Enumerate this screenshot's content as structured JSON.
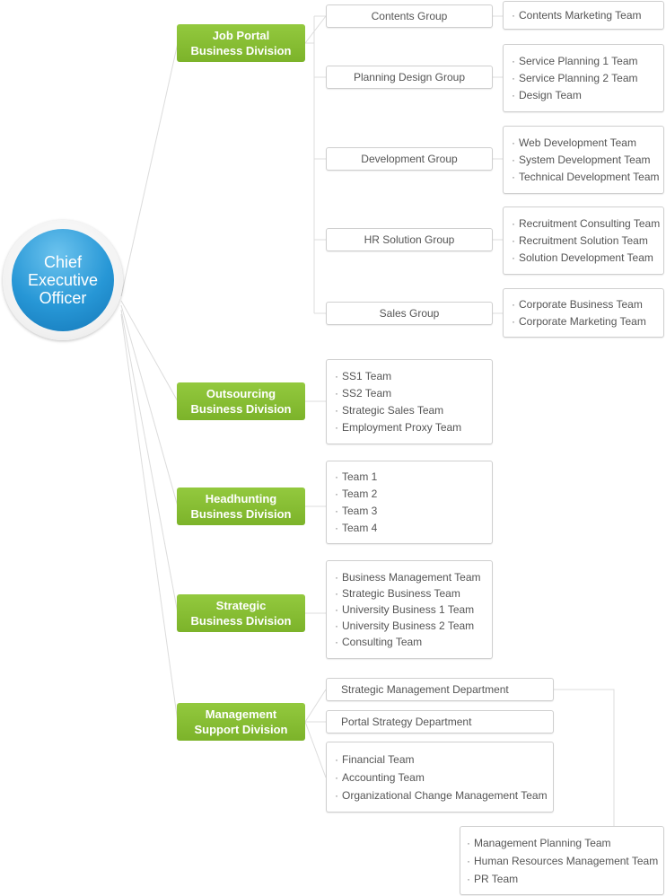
{
  "ceo": {
    "label": "Chief\nExecutive\nOfficer"
  },
  "divisions": [
    {
      "label": "Job Portal\nBusiness Division"
    },
    {
      "label": "Outsourcing\nBusiness Division"
    },
    {
      "label": "Headhunting\nBusiness Division"
    },
    {
      "label": "Strategic\nBusiness Division"
    },
    {
      "label": "Management\nSupport Division"
    }
  ],
  "job_portal": {
    "groups": [
      {
        "label": "Contents Group",
        "teams": [
          "Contents Marketing Team"
        ]
      },
      {
        "label": "Planning Design Group",
        "teams": [
          "Service Planning 1 Team",
          "Service Planning 2 Team",
          "Design Team"
        ]
      },
      {
        "label": "Development Group",
        "teams": [
          "Web Development Team",
          "System Development Team",
          "Technical Development Team"
        ]
      },
      {
        "label": "HR Solution Group",
        "teams": [
          "Recruitment Consulting Team",
          "Recruitment Solution Team",
          "Solution Development Team"
        ]
      },
      {
        "label": "Sales Group",
        "teams": [
          "Corporate Business Team",
          "Corporate Marketing Team"
        ]
      }
    ]
  },
  "outsourcing": {
    "teams": [
      "SS1 Team",
      "SS2 Team",
      "Strategic Sales Team",
      "Employment Proxy Team"
    ]
  },
  "headhunting": {
    "teams": [
      "Team 1",
      "Team 2",
      "Team 3",
      "Team 4"
    ]
  },
  "strategic": {
    "teams": [
      "Business Management Team",
      "Strategic Business Team",
      "University Business 1 Team",
      "University Business 2 Team",
      "Consulting Team"
    ]
  },
  "management_support": {
    "departments": [
      {
        "label": "Strategic Management Department"
      },
      {
        "label": "Portal Strategy Department"
      }
    ],
    "teams": [
      "Financial Team",
      "Accounting Team",
      "Organizational Change Management Team"
    ],
    "strategic_dept_teams": [
      "Management Planning Team",
      "Human Resources Management Team",
      "PR Team"
    ]
  }
}
